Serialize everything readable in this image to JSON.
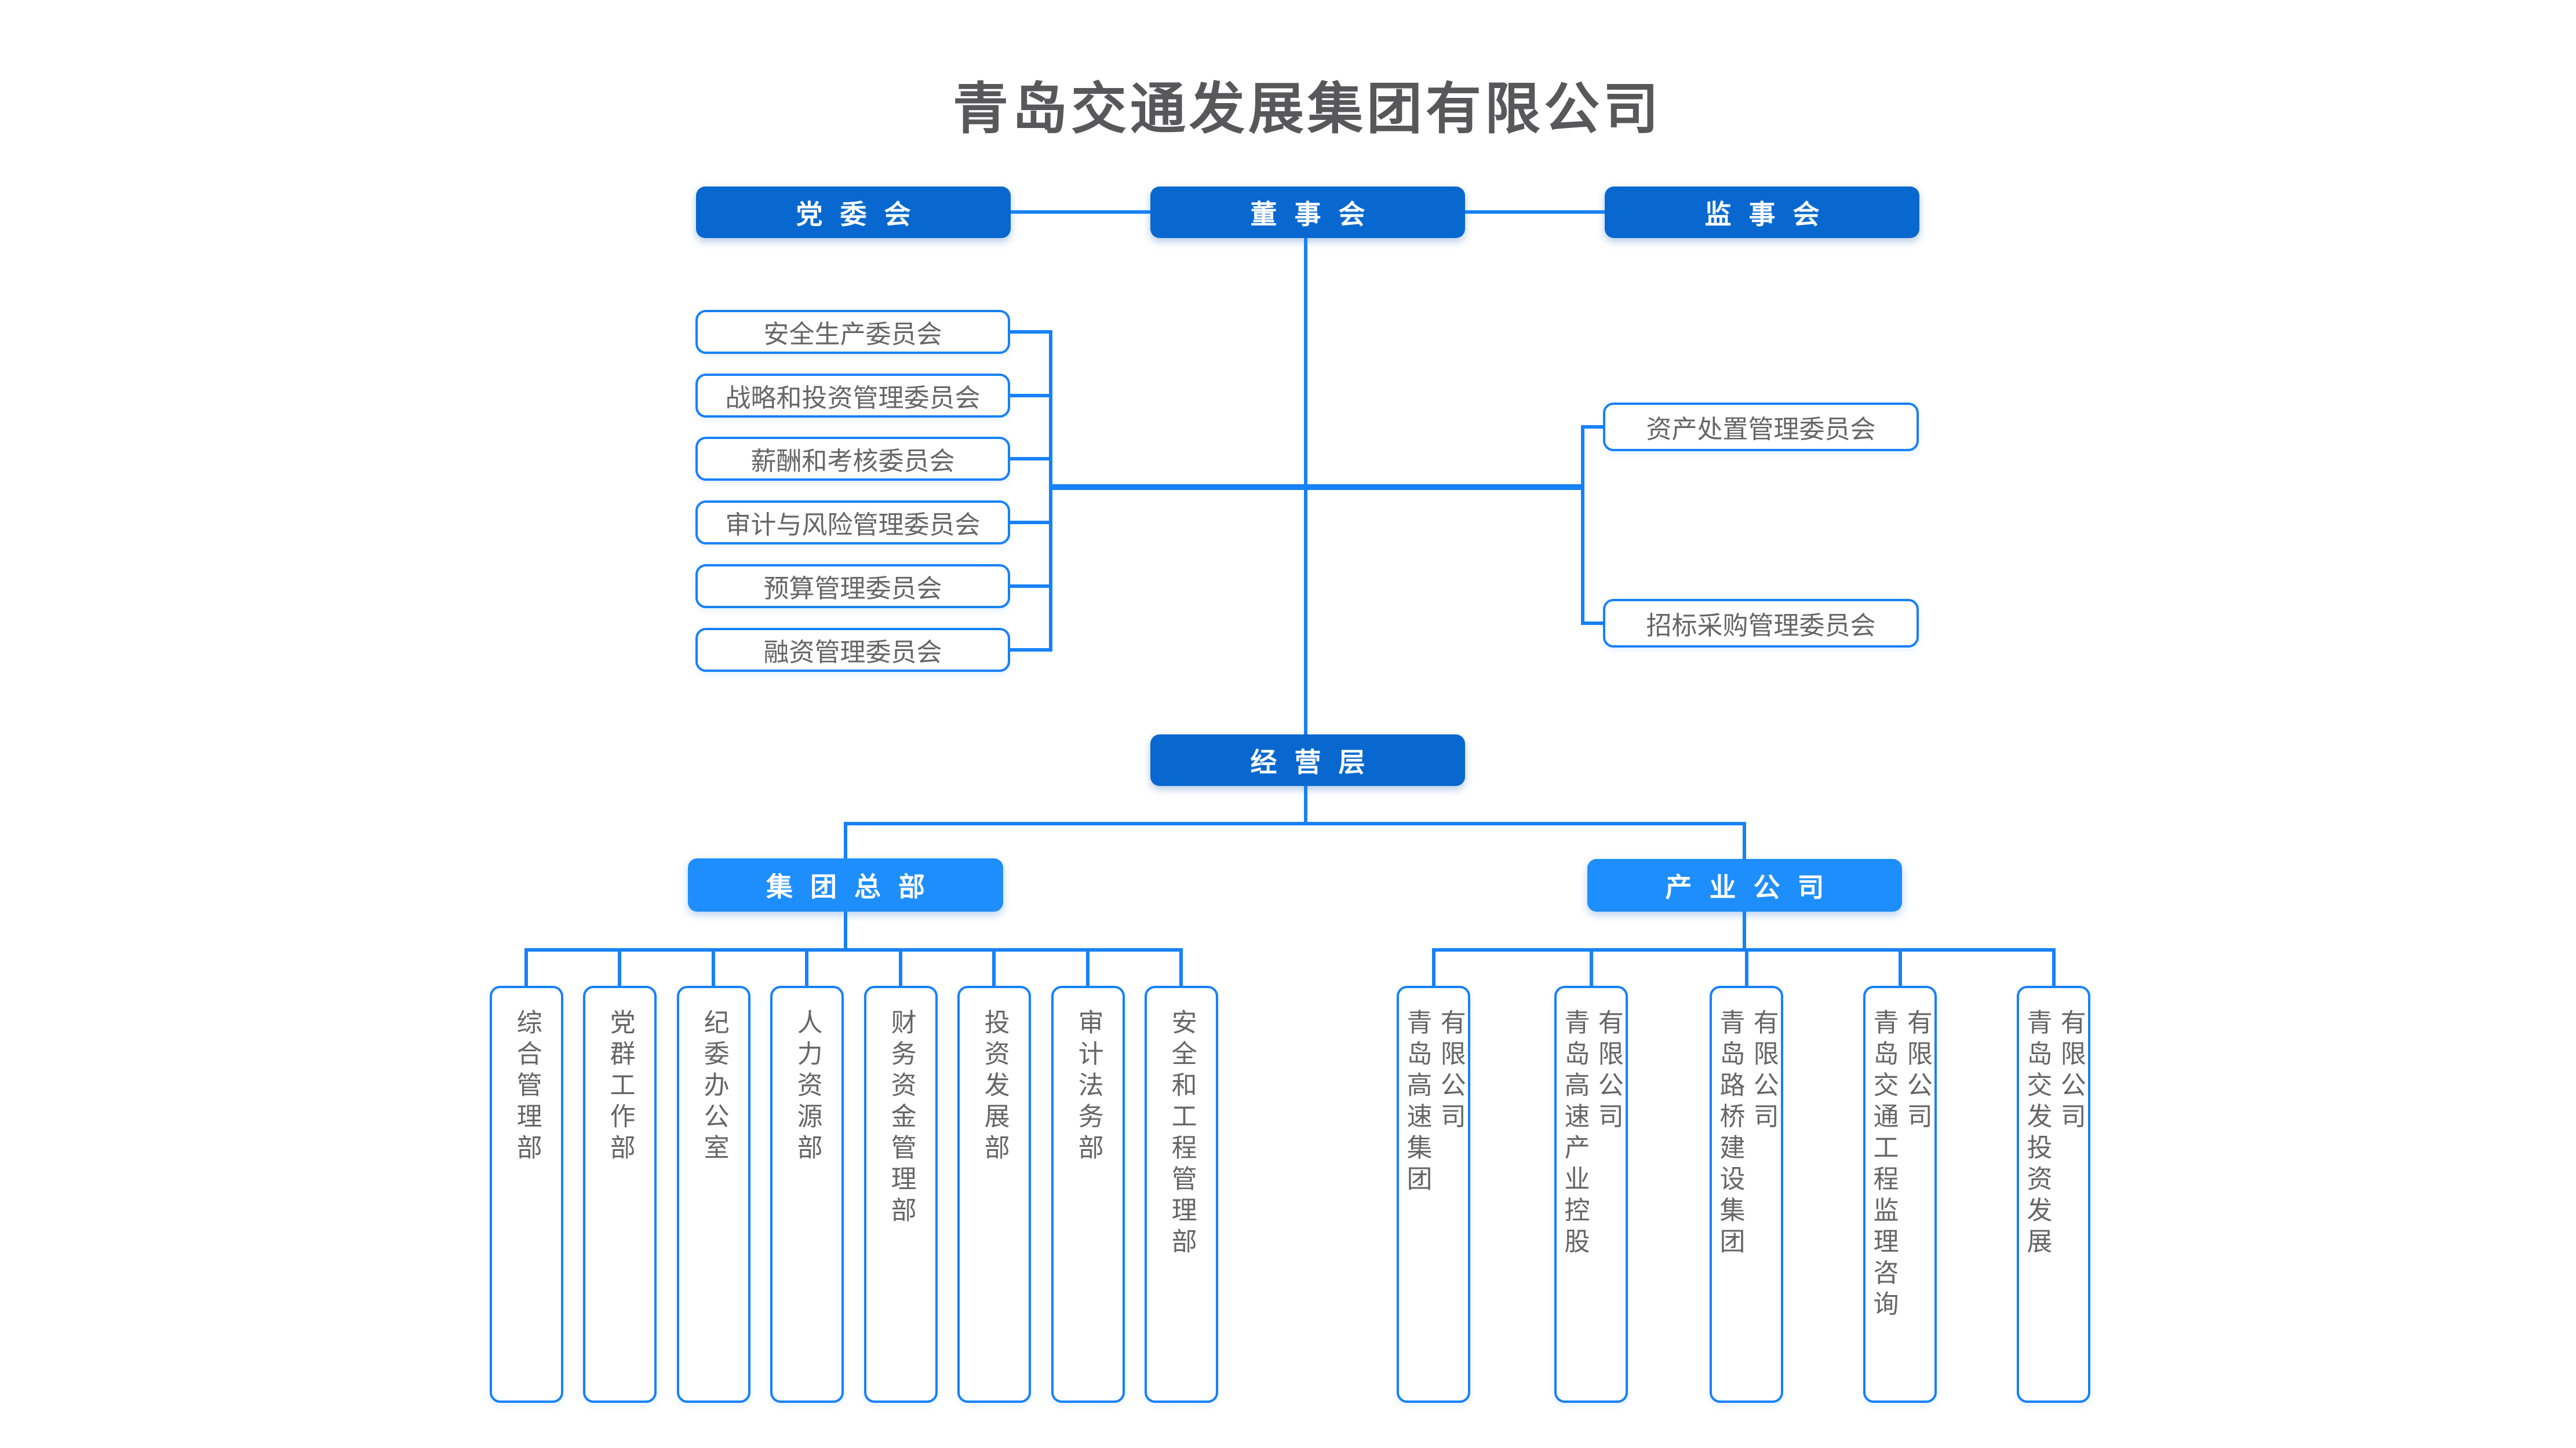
{
  "title": "青岛交通发展集团有限公司",
  "colors": {
    "primary_blue": "#0868cf",
    "secondary_blue": "#1e8efd",
    "line_and_border_blue": "#1781f8",
    "node_text_gray": "#666666",
    "title_gray": "#58585a"
  },
  "governance": {
    "party_committee": "党委会",
    "board": "董事会",
    "supervisory_board": "监事会"
  },
  "board_committees_left": [
    "安全生产委员会",
    "战略和投资管理委员会",
    "薪酬和考核委员会",
    "审计与风险管理委员会",
    "预算管理委员会",
    "融资管理委员会"
  ],
  "board_committees_right": [
    "资产处置管理委员会",
    "招标采购管理委员会"
  ],
  "management_layer": "经营层",
  "branches": [
    {
      "label": "集团总部",
      "children": [
        {
          "name": "综合管理部"
        },
        {
          "name": "党群工作部"
        },
        {
          "name": "纪委办公室"
        },
        {
          "name": "人力资源部"
        },
        {
          "name": "财务资金管理部"
        },
        {
          "name": "投资发展部"
        },
        {
          "name": "审计法务部"
        },
        {
          "name": "安全和工程管理部"
        }
      ]
    },
    {
      "label": "产业公司",
      "children": [
        {
          "name": "青岛高速集团",
          "suffix": "有限公司"
        },
        {
          "name": "青岛高速产业控股",
          "suffix": "有限公司"
        },
        {
          "name": "青岛路桥建设集团",
          "suffix": "有限公司"
        },
        {
          "name": "青岛交通工程监理咨询",
          "suffix": "有限公司"
        },
        {
          "name": "青岛交发投资发展",
          "suffix": "有限公司"
        }
      ]
    }
  ]
}
